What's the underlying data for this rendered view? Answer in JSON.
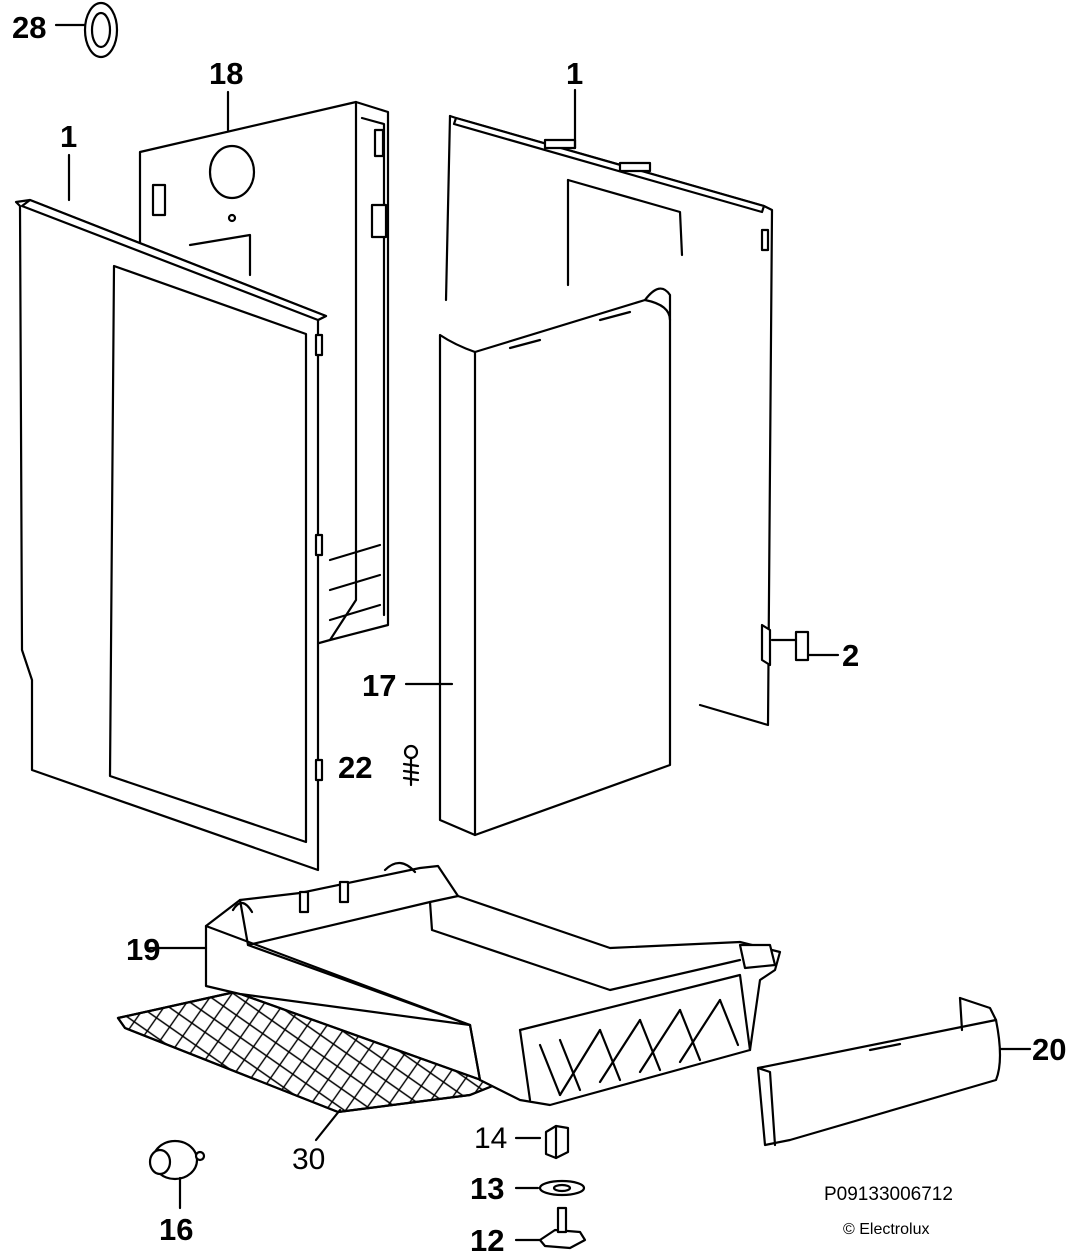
{
  "labels": {
    "l28": "28",
    "l18": "18",
    "l1_left": "1",
    "l1_right": "1",
    "l2": "2",
    "l17": "17",
    "l22": "22",
    "l19": "19",
    "l20": "20",
    "l30": "30",
    "l14": "14",
    "l13": "13",
    "l12": "12",
    "l16": "16"
  },
  "footer": {
    "code": "P09133006712",
    "copyright": "© Electrolux"
  },
  "colors": {
    "line": "#000000",
    "fill": "#ffffff"
  }
}
